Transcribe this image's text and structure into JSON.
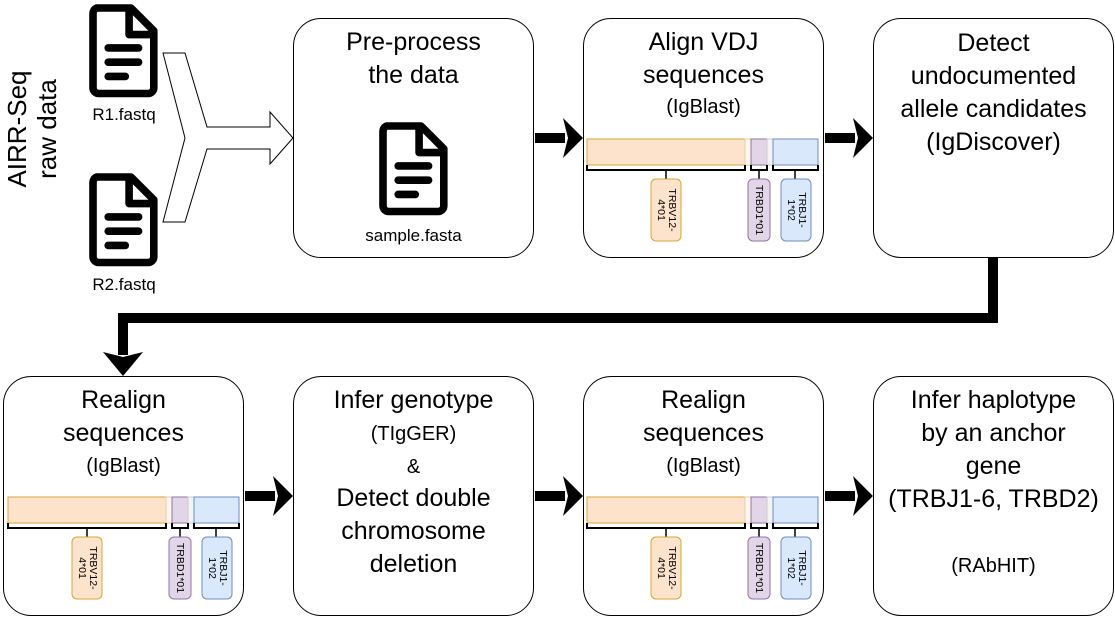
{
  "raw_label_line1": "AIRR-Seq",
  "raw_label_line2": "raw data",
  "file_r1": "R1.fastq",
  "file_r2": "R2.fastq",
  "file_icon": "file-text-icon",
  "boxes": {
    "preprocess": {
      "line1": "Pre-process",
      "line2": "the data",
      "file": "sample.fasta"
    },
    "align": {
      "line1": "Align VDJ",
      "line2": "sequences",
      "tool": "(IgBlast)"
    },
    "detect": {
      "line1": "Detect",
      "line2": "undocumented",
      "line3": "allele candidates",
      "tool": "(IgDiscover)"
    },
    "realign1": {
      "line1": "Realign",
      "line2": "sequences",
      "tool": "(IgBlast)"
    },
    "genotype": {
      "line1": "Infer genotype",
      "tool": "(TIgGER)",
      "amp": "&",
      "line3": "Detect double",
      "line4": "chromosome",
      "line5": "deletion"
    },
    "realign2": {
      "line1": "Realign",
      "line2": "sequences",
      "tool": "(IgBlast)"
    },
    "haplotype": {
      "line1": "Infer haplotype",
      "line2": "by an anchor",
      "line3": "gene",
      "line4": "(TRBJ1-6, TRBD2)",
      "tool": "(RAbHIT)"
    }
  },
  "segments": {
    "v": {
      "line1": "TRBV12-",
      "line2": "4*01",
      "fill": "#fde2cc",
      "stroke": "#d6a536"
    },
    "d": {
      "line1": "TRBD1*01",
      "fill": "#e1d5e7",
      "stroke": "#9673a6"
    },
    "j": {
      "line1": "TRBJ1-",
      "line2": "1*02",
      "fill": "#dae8fc",
      "stroke": "#6c8ebf"
    }
  },
  "colors": {
    "stroke": "#000000",
    "background": "#ffffff"
  }
}
